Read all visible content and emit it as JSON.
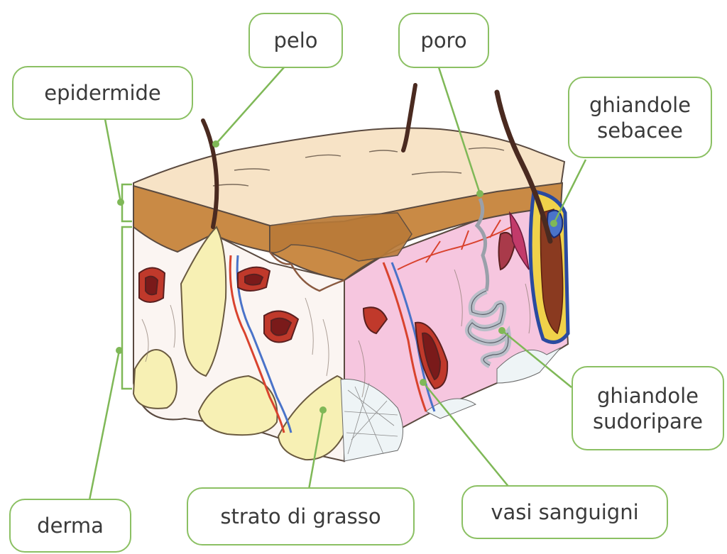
{
  "labels": {
    "epidermide": "epidermide",
    "pelo": "pelo",
    "poro": "poro",
    "ghiandole_sebacee": "ghiandole\nsebacee",
    "ghiandole_sudoripare": "ghiandole\nsudoripare",
    "vasi_sanguigni": "vasi sanguigni",
    "strato_di_grasso": "strato di grasso",
    "derma": "derma"
  },
  "colors": {
    "label_border": "#8bc063",
    "leader_line": "#7fb857",
    "epidermis_surface": "#f7e3c6",
    "epidermis_layer": "#c98a45",
    "dermis_left": "#fbf5f2",
    "dermis_right": "#f6c6df",
    "fat": "#f7f0b4",
    "hair": "#4a2a20",
    "vessel_red": "#d9432e",
    "vessel_blue": "#4a73c9",
    "gland_grey": "#b9bec8"
  }
}
